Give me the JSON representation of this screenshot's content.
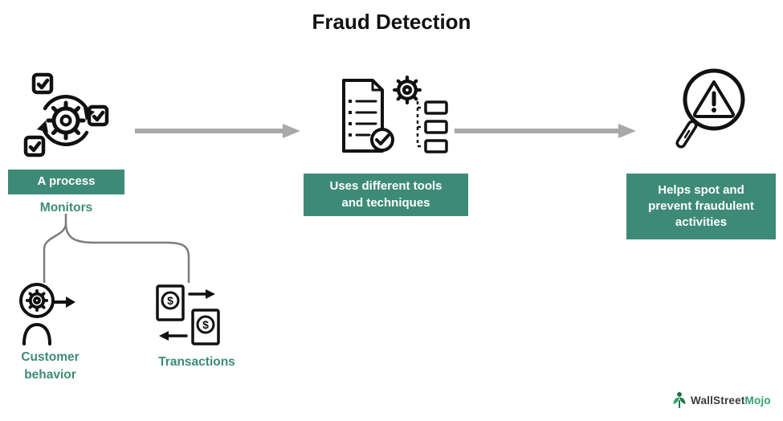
{
  "title": "Fraud Detection",
  "colors": {
    "accent_teal": "#3D8B77",
    "arrow_gray": "#A9A9A9",
    "bracket_gray": "#7C7C7C",
    "logo_green": "#2FA26E",
    "ink": "#111111"
  },
  "steps": [
    {
      "label": "A process",
      "icon": "process-gears-checklist-icon"
    },
    {
      "label": "Uses different tools and techniques",
      "icon": "document-tools-icon"
    },
    {
      "label": "Helps spot and prevent fraudulent activities",
      "icon": "magnifier-warning-icon"
    }
  ],
  "monitors": {
    "label": "Monitors",
    "items": [
      {
        "label": "Customer behavior",
        "icon": "customer-behavior-head-gear-icon"
      },
      {
        "label": "Transactions",
        "icon": "transactions-documents-icon"
      }
    ]
  },
  "logo": {
    "part1": "WallStreet",
    "part2": "Mojo"
  }
}
